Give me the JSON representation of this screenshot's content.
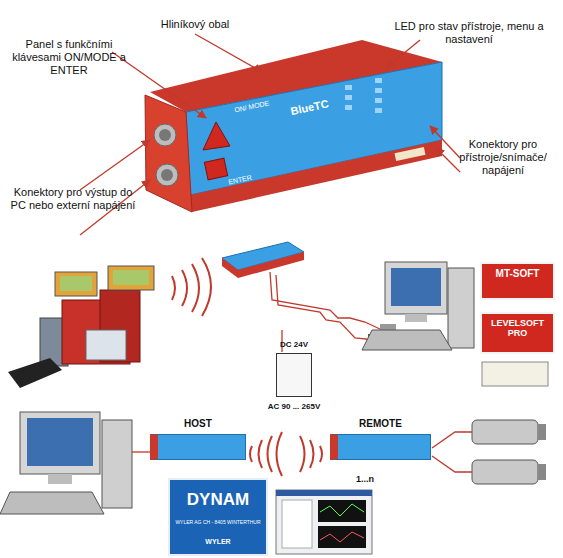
{
  "diagram": {
    "nodes": [
      {
        "text": [
          "ON/ MODE",
          "BlueTC",
          "ENTER"
        ]
      },
      {
        "text": [
          "MT-SOFT"
        ]
      },
      {
        "text": [
          "LEVELSOFT PRO"
        ]
      },
      {
        "text": [
          "DC 24V",
          "AC 90 ... 265V"
        ]
      },
      {
        "text": [
          "HOST"
        ]
      },
      {
        "text": [
          "REMOTE"
        ]
      },
      {
        "text": [
          "DYNAM",
          "WYLER AG CH - 8405 WINTERTHUR",
          "WYLER"
        ]
      }
    ],
    "labels": [
      "Hliníkový obal",
      "LED pro stav přístroje, menu a nastavení",
      "Panel s funkčními klávesami ON/MODE a ENTER",
      "Konektory pro přístroje/snímače/ napájení",
      "Konektory pro výstup do PC nebo externí napájení",
      "1...n"
    ]
  }
}
